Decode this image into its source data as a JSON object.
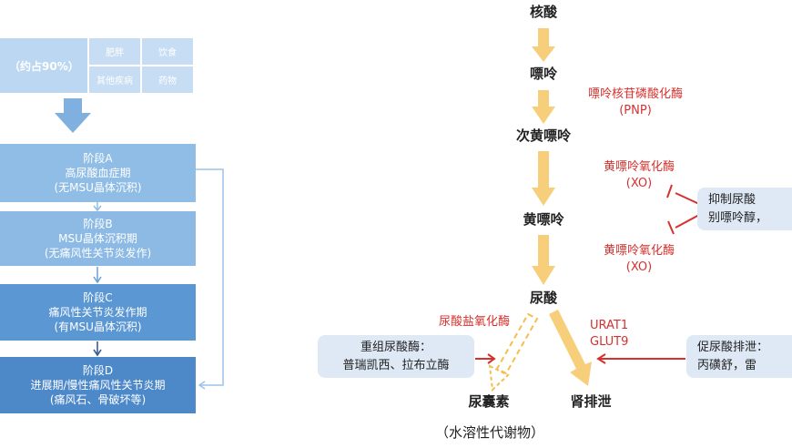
{
  "left_panel": {
    "cause_main": "（约占90%）",
    "cause_cells": [
      "肥胖",
      "饮食",
      "其他疾病",
      "药物"
    ],
    "stages": [
      {
        "title": "阶段A",
        "name": "高尿酸血症期",
        "detail": "(无MSU晶体沉积)"
      },
      {
        "title": "阶段B",
        "name": "MSU晶体沉积期",
        "detail": "(无痛风性关节炎发作)"
      },
      {
        "title": "阶段C",
        "name": "痛风性关节炎发作期",
        "detail": "(有MSU晶体沉积)"
      },
      {
        "title": "阶段D",
        "name": "进展期/慢性痛风性关节炎期",
        "detail": "(痛风石、骨破坏等)"
      }
    ]
  },
  "pathway": {
    "nodes": {
      "nucleic_acid": "核酸",
      "purine": "嘌呤",
      "hypoxanthine": "次黄嘌呤",
      "xanthine": "黄嘌呤",
      "uric_acid": "尿酸",
      "allantoin": "尿囊素",
      "renal_excretion": "肾排泄",
      "allantoin_note": "（水溶性代谢物）"
    },
    "enzymes": {
      "pnp_name": "嘌呤核苷磷酸化酶",
      "pnp_abbr": "(PNP)",
      "xo1_name": "黄嘌呤氧化酶",
      "xo1_abbr": "(XO)",
      "xo2_name": "黄嘌呤氧化酶",
      "xo2_abbr": "(XO)",
      "uricase": "尿酸盐氧化酶",
      "urat1": "URAT1",
      "glut9": "GLUT9"
    },
    "boxes": {
      "recombinant_line1": "重组尿酸酶：",
      "recombinant_line2": "普瑞凯西、拉布立酶",
      "inhibit_line1": "抑制尿酸",
      "inhibit_line2": "别嘌呤醇，",
      "promote_line1": "促尿酸排泄：",
      "promote_line2": "丙磺舒，雷"
    }
  },
  "colors": {
    "pathway_arrow": "#f7cf7a",
    "enzyme_text": "#d6312e",
    "note_box": "#dfe9f6",
    "stage_light": "#8fbde6",
    "stage_dark": "#4d88c9"
  }
}
